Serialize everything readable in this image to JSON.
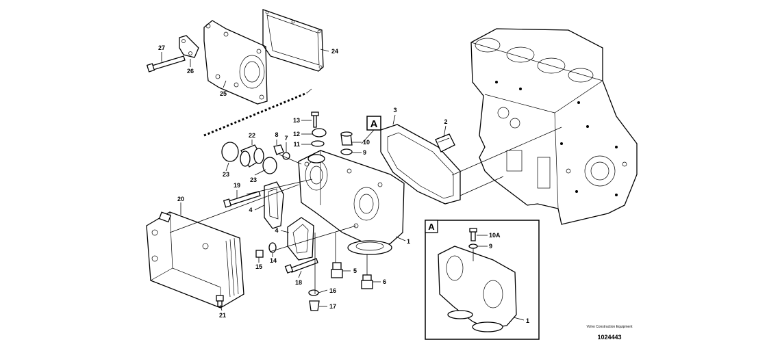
{
  "diagram": {
    "labels": [
      {
        "id": "p27",
        "text": "27"
      },
      {
        "id": "p26",
        "text": "26"
      },
      {
        "id": "p25",
        "text": "25"
      },
      {
        "id": "p24",
        "text": "24"
      },
      {
        "id": "p22",
        "text": "22"
      },
      {
        "id": "p23a",
        "text": "23"
      },
      {
        "id": "p23b",
        "text": "23"
      },
      {
        "id": "p8",
        "text": "8"
      },
      {
        "id": "p7",
        "text": "7"
      },
      {
        "id": "p13",
        "text": "13"
      },
      {
        "id": "p12",
        "text": "12"
      },
      {
        "id": "p11",
        "text": "11"
      },
      {
        "id": "p10",
        "text": "10"
      },
      {
        "id": "p9",
        "text": "9"
      },
      {
        "id": "p3",
        "text": "3"
      },
      {
        "id": "p2",
        "text": "2"
      },
      {
        "id": "p19",
        "text": "19"
      },
      {
        "id": "p4a",
        "text": "4"
      },
      {
        "id": "p4b",
        "text": "4"
      },
      {
        "id": "p20",
        "text": "20"
      },
      {
        "id": "p1",
        "text": "1"
      },
      {
        "id": "p15",
        "text": "15"
      },
      {
        "id": "p14",
        "text": "14"
      },
      {
        "id": "p18",
        "text": "18"
      },
      {
        "id": "p5",
        "text": "5"
      },
      {
        "id": "p6",
        "text": "6"
      },
      {
        "id": "p16",
        "text": "16"
      },
      {
        "id": "p17",
        "text": "17"
      },
      {
        "id": "p21",
        "text": "21"
      }
    ],
    "callout_main": "A",
    "inset": {
      "tag": "A",
      "labels": [
        {
          "id": "i10A",
          "text": "10A"
        },
        {
          "id": "i9",
          "text": "9"
        },
        {
          "id": "i1",
          "text": "1"
        }
      ]
    },
    "footer": {
      "brand": "Volvo Construction Equipment",
      "number": "1024443"
    }
  }
}
